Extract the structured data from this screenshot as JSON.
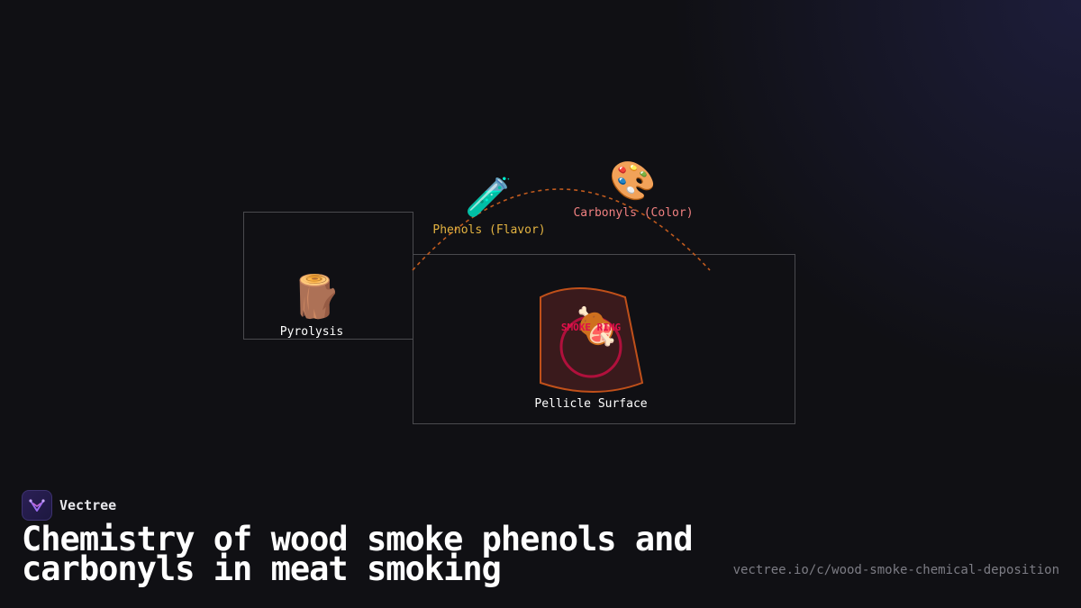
{
  "diagram": {
    "nodes": {
      "phenols": {
        "label": "Phenols (Flavor)",
        "icon": "test-tube-icon",
        "color": "#e3b341"
      },
      "carbonyls": {
        "label": "Carbonyls (Color)",
        "icon": "palette-icon",
        "color": "#f08080"
      },
      "pyrolysis": {
        "label": "Pyrolysis",
        "icon": "wood-log-icon",
        "color": "#ffffff"
      },
      "pellicle": {
        "label": "Pellicle Surface",
        "icon": "meat-icon",
        "color": "#ffffff",
        "badge": "SMOKE RING",
        "badge_color": "#e0104a"
      }
    },
    "arc_color": "#c05a1e"
  },
  "footer": {
    "brand": "Vectree",
    "title": "Chemistry of wood smoke phenols and carbonyls in meat smoking",
    "url": "vectree.io/c/wood-smoke-chemical-deposition"
  }
}
